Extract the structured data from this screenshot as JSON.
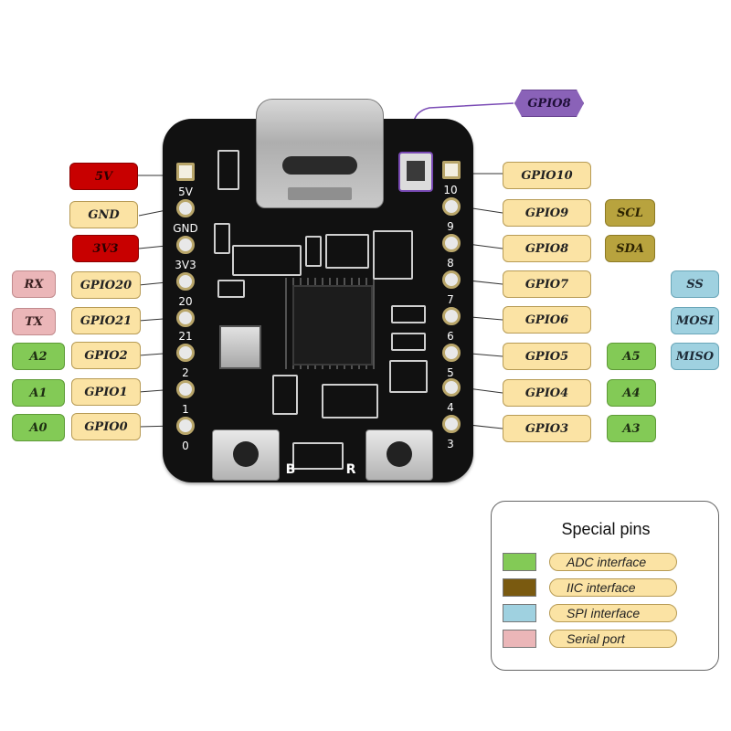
{
  "left_pins": [
    {
      "silk": "5V",
      "tag": "5V",
      "tag_color": "#c80000"
    },
    {
      "silk": "GND",
      "tag": "GND"
    },
    {
      "silk": "3V3",
      "tag": "3V3",
      "tag_color": "#c80000"
    },
    {
      "silk": "20",
      "tag": "GPIO20",
      "extra": "RX"
    },
    {
      "silk": "21",
      "tag": "GPIO21",
      "extra": "TX"
    },
    {
      "silk": "2",
      "tag": "GPIO2",
      "extra": "A2"
    },
    {
      "silk": "1",
      "tag": "GPIO1",
      "extra": "A1"
    },
    {
      "silk": "0",
      "tag": "GPIO0",
      "extra": "A0"
    }
  ],
  "right_pins": [
    {
      "silk": "10",
      "tag": "GPIO10"
    },
    {
      "silk": "9",
      "tag": "GPIO9",
      "extra": "SCL"
    },
    {
      "silk": "8",
      "tag": "GPIO8",
      "extra": "SDA"
    },
    {
      "silk": "7",
      "tag": "GPIO7",
      "extra": "SS"
    },
    {
      "silk": "6",
      "tag": "GPIO6",
      "extra": "MOSI"
    },
    {
      "silk": "5",
      "tag": "GPIO5",
      "extra": "A5",
      "extra2": "MISO"
    },
    {
      "silk": "4",
      "tag": "GPIO4",
      "extra": "A4"
    },
    {
      "silk": "3",
      "tag": "GPIO3",
      "extra": "A3"
    }
  ],
  "led_label": "GPIO8",
  "buttons": {
    "boot": "B",
    "reset": "R"
  },
  "legend": {
    "title": "Special pins",
    "items": [
      {
        "label": "ADC interface",
        "color": "#83ca56"
      },
      {
        "label": "IIC interface",
        "color": "#7a5a10"
      },
      {
        "label": "SPI interface",
        "color": "#9fd1e0"
      },
      {
        "label": "Serial port",
        "color": "#ebb6b8"
      }
    ]
  }
}
